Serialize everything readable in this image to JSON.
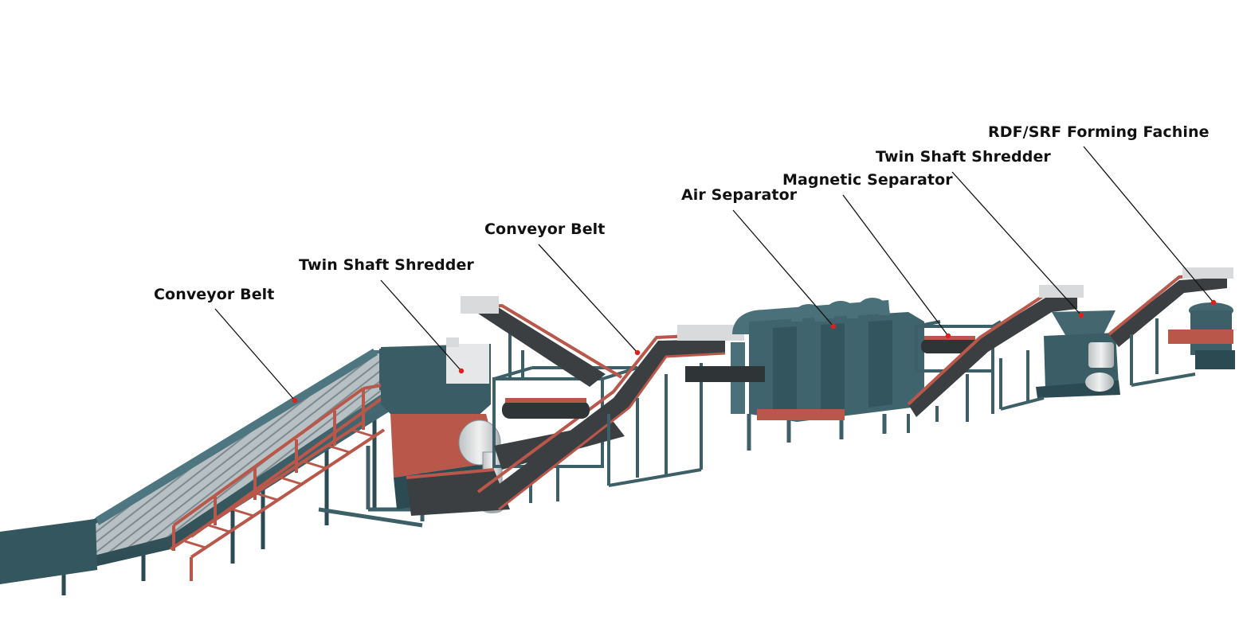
{
  "labels": {
    "conveyor_belt_1": "Conveyor Belt",
    "twin_shaft_shredder_1": "Twin Shaft Shredder",
    "conveyor_belt_2": "Conveyor Belt",
    "air_separator": "Air Separator",
    "magnetic_separator": "Magnetic Separator",
    "twin_shaft_shredder_2": "Twin Shaft Shredder",
    "rdf_srf_forming_machine": "RDF/SRF Forming Fachine"
  },
  "colors": {
    "frame": "#3d6068",
    "frame_dark": "#2c4a52",
    "belt": "#3b3f42",
    "rail": "#b9574a",
    "housing": "#d8dadb",
    "leader_line": "#111111",
    "marker": "#e0201e"
  }
}
